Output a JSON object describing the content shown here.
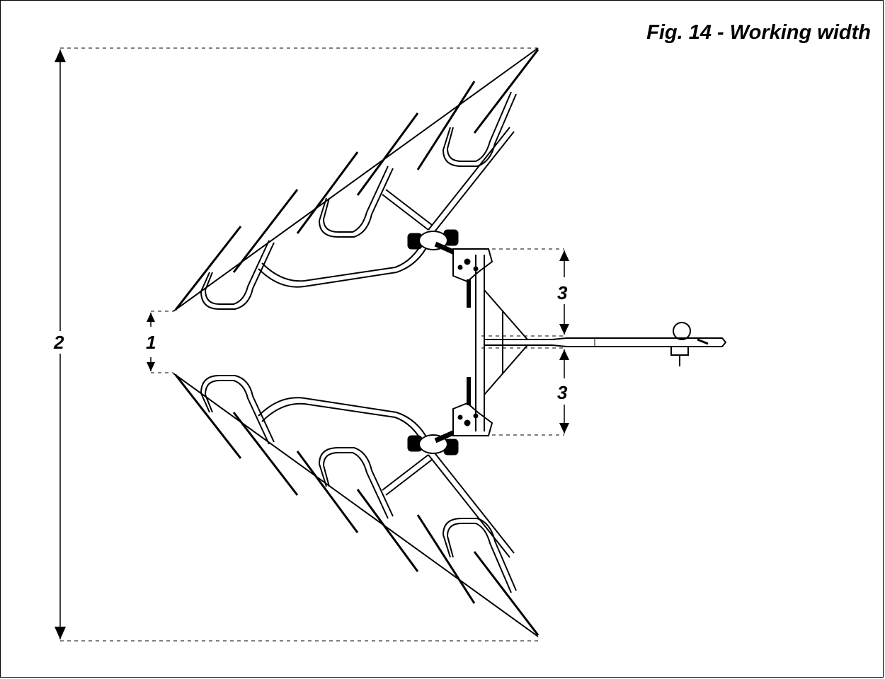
{
  "figure": {
    "title": "Fig. 14 - Working width"
  },
  "callouts": {
    "gap_label": "1",
    "total_width_label": "2",
    "upper_offset_label": "3",
    "lower_offset_label": "3"
  },
  "colors": {
    "line": "#000000",
    "background": "#ffffff",
    "dim_line": "#000000"
  }
}
